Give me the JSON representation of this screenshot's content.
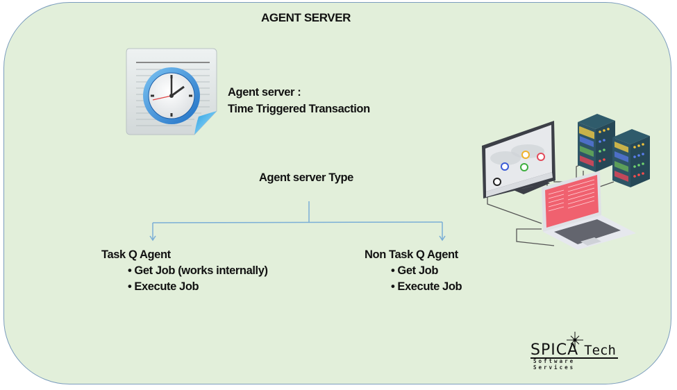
{
  "diagram": {
    "title": "AGENT SERVER",
    "description": {
      "line1": "Agent server :",
      "line2": "Time Triggered Transaction"
    },
    "type_label": "Agent server Type",
    "branches": [
      {
        "name": "Task Q Agent",
        "items": [
          "Get Job (works internally)",
          "Execute Job"
        ]
      },
      {
        "name": "Non Task Q Agent",
        "items": [
          "Get Job",
          "Execute Job"
        ]
      }
    ],
    "icons": {
      "document_clock": "document-clock-icon",
      "network_illustration": "computer-server-network-icon"
    },
    "logo": {
      "brand": "SPICA",
      "brand_suffix": "Tech",
      "tagline": "Software Services"
    },
    "colors": {
      "panel_fill": "#e2efda",
      "panel_border": "#7a9cbd",
      "connector": "#7aaed6",
      "text": "#111111"
    }
  }
}
